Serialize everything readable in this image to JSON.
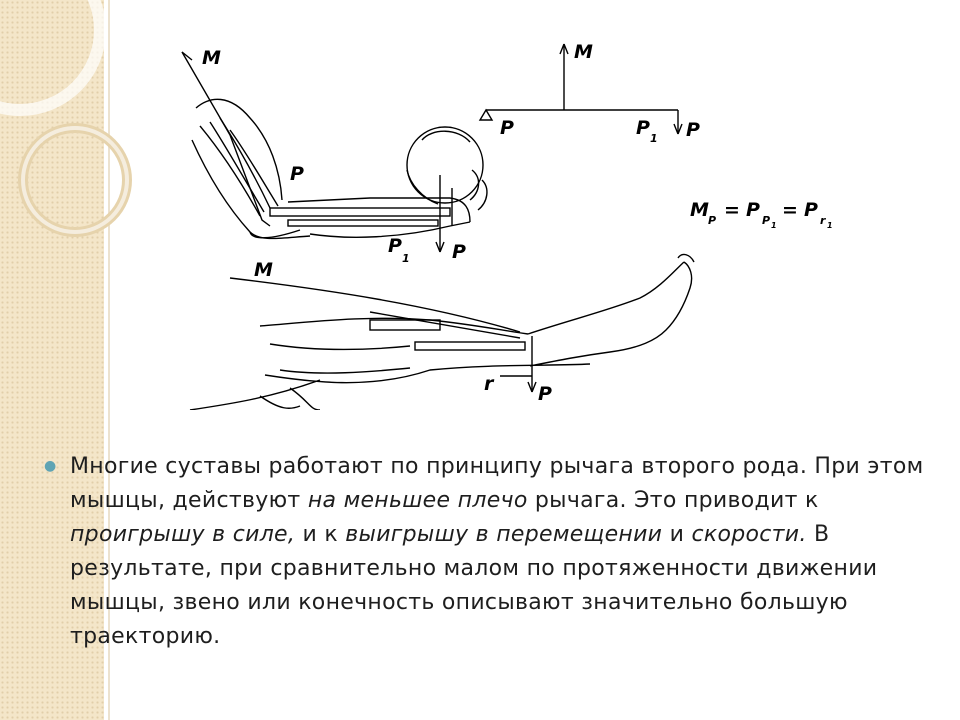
{
  "figure": {
    "labels": {
      "arm_m": "M",
      "arm_p": "P",
      "arm_p1_base": "P",
      "arm_p1_sub": "1",
      "arm_p_bottom": "P",
      "lever_m": "M",
      "lever_p_left": "P",
      "lever_p1_base": "P",
      "lever_p1_sub": "1",
      "lever_p_right": "P",
      "leg_m": "M",
      "leg_r": "r",
      "leg_p": "P",
      "eq_m": "M",
      "eq_m_sub": "P",
      "eq_eq1": "=",
      "eq_p1": "P",
      "eq_p1_sub": "P",
      "eq_p1_subsub": "1",
      "eq_eq2": "=",
      "eq_p2": "P",
      "eq_p2_sub": "r",
      "eq_p2_subsub": "1"
    }
  },
  "text": {
    "s1": "Многие суставы работают по принципу рычага второго рода. При этом мышцы, действуют ",
    "e1": "на меньшее плечо",
    "s2": " рычага. Это приводит к ",
    "e2": "проигрышу в силе,",
    "s3": " и к ",
    "e3": "выигрышу в перемещении",
    "s4": " и ",
    "e4": "скорости.",
    "s5": " В результате, при сравнительно малом по протяженности движении мышцы, звено или конечность описывают значительно большую траекторию."
  },
  "colors": {
    "bullet": "#5fa4b4",
    "strip": "#f4e6c9",
    "text": "#1e1e1e"
  }
}
